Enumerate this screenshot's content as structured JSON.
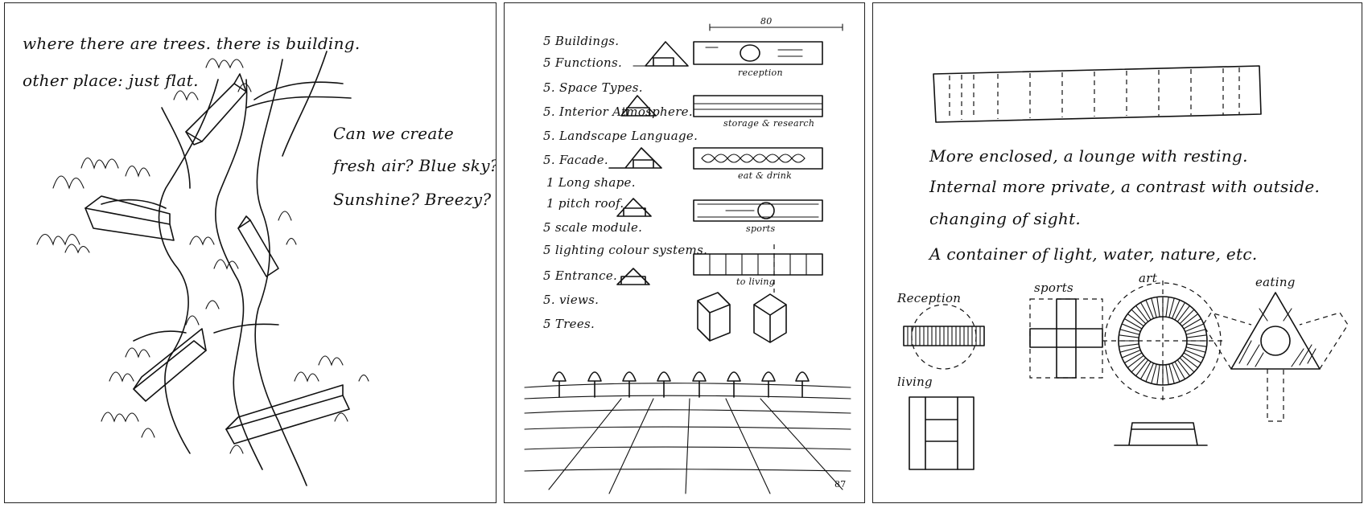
{
  "panel1": {
    "notes": {
      "line1": "where there are trees. there is building.",
      "line2": "other place: just flat.",
      "q1": "Can we create",
      "q2": "fresh air? Blue sky?",
      "q3": "Sunshine? Breezy?"
    }
  },
  "panel2": {
    "list": [
      "5 Buildings.",
      "5 Functions.",
      "5. Space Types.",
      "5. Interior Atmosphere.",
      "5. Landscape Language.",
      "5. Facade.",
      "1 Long shape.",
      "1 pitch roof.",
      "5 scale module.",
      "5 lighting colour systems.",
      "5 Entrance.",
      "5. views.",
      "5 Trees."
    ],
    "labels": {
      "dim": "80",
      "reception": "reception",
      "storage": "storage & research",
      "eat": "eat & drink",
      "sports": "sports",
      "living": "to living"
    },
    "page_number": "87"
  },
  "panel3": {
    "notes": {
      "line1": "More enclosed, a lounge with resting.",
      "line2": "Internal more private, a contrast with outside.",
      "line3": "changing of sight.",
      "line4": "A container of light, water, nature, etc."
    },
    "labels": {
      "reception": "Reception",
      "sports": "sports",
      "art": "art",
      "eating": "eating",
      "living": "living"
    }
  }
}
